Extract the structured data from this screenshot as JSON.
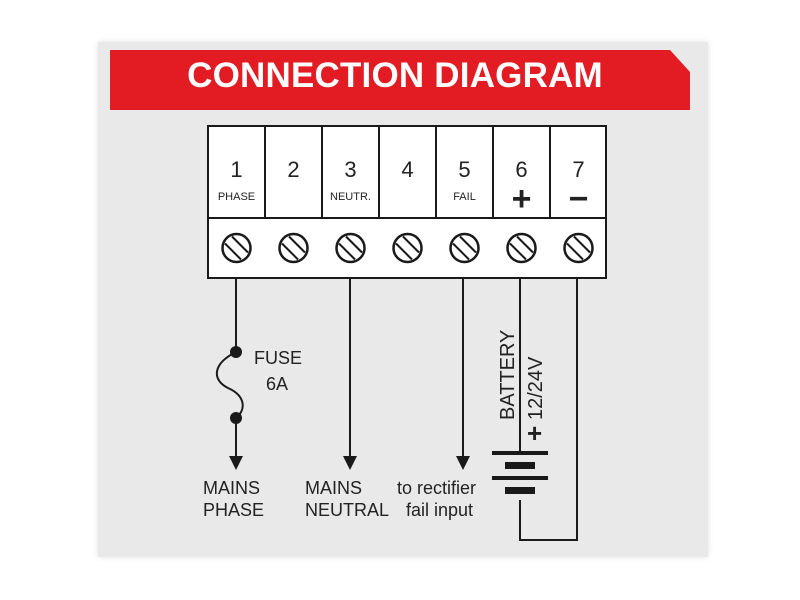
{
  "title": "CONNECTION DIAGRAM",
  "terminals": [
    {
      "number": "1",
      "label": "PHASE"
    },
    {
      "number": "2",
      "label": ""
    },
    {
      "number": "3",
      "label": "NEUTR."
    },
    {
      "number": "4",
      "label": ""
    },
    {
      "number": "5",
      "label": "FAIL"
    },
    {
      "number": "6",
      "label": "+"
    },
    {
      "number": "7",
      "label": "−"
    }
  ],
  "fuse": {
    "name": "FUSE",
    "rating": "6A"
  },
  "wire_labels": {
    "mains_phase": [
      "MAINS",
      "PHASE"
    ],
    "mains_neutral": [
      "MAINS",
      "NEUTRAL"
    ],
    "rectifier": [
      "to rectifier",
      "fail input"
    ]
  },
  "battery": {
    "name": "BATTERY",
    "voltage": "12/24V",
    "polarity": "+"
  },
  "colors": {
    "banner": "#e31b23",
    "panel": "#e9e9e9",
    "ink": "#1a1a1a"
  }
}
